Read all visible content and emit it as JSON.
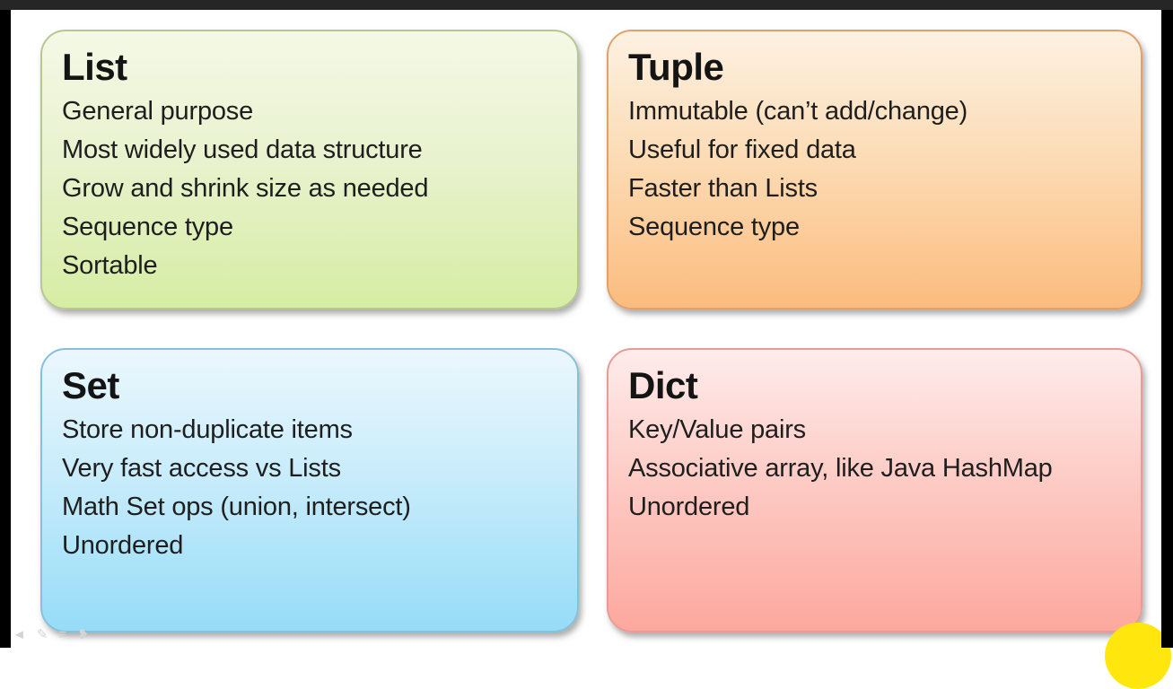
{
  "slide": {
    "kind": "presentation-slide",
    "background_color": "#ffffff"
  },
  "frame": {
    "top_bar_color": "#262626",
    "side_bar_color": "#000000"
  },
  "cards": {
    "list": {
      "title": "List",
      "lines": [
        "General purpose",
        "Most widely used data structure",
        "Grow and shrink size as needed",
        "Sequence type",
        "Sortable"
      ],
      "color_top": "#f4f9e6",
      "color_bottom": "#d6eda4",
      "border_color": "#b7c693"
    },
    "tuple": {
      "title": "Tuple",
      "lines": [
        "Immutable (can’t add/change)",
        "Useful for fixed data",
        "Faster than Lists",
        "Sequence type"
      ],
      "color_top": "#fdf1e2",
      "color_bottom": "#fbbc7e",
      "border_color": "#e0a26c"
    },
    "set": {
      "title": "Set",
      "lines": [
        "Store non-duplicate items",
        "Very fast access vs Lists",
        "Math Set ops (union, intersect)",
        "Unordered"
      ],
      "color_top": "#ecf7fd",
      "color_bottom": "#96dcf8",
      "border_color": "#86c0da"
    },
    "dict": {
      "title": "Dict",
      "lines": [
        "Key/Value pairs",
        "Associative array, like Java HashMap",
        "Unordered"
      ],
      "color_top": "#feeceb",
      "color_bottom": "#fda89e",
      "border_color": "#e79d96"
    }
  },
  "ghost_toolbar": {
    "icons": [
      {
        "name": "back-arrow-icon",
        "glyph": "◄"
      },
      {
        "name": "pen-icon",
        "glyph": "✎"
      },
      {
        "name": "menu-lines-icon",
        "glyph": "≡"
      },
      {
        "name": "forward-arrow-icon",
        "glyph": "❥"
      }
    ]
  },
  "cursor_highlight": {
    "color": "#ffe70d"
  }
}
